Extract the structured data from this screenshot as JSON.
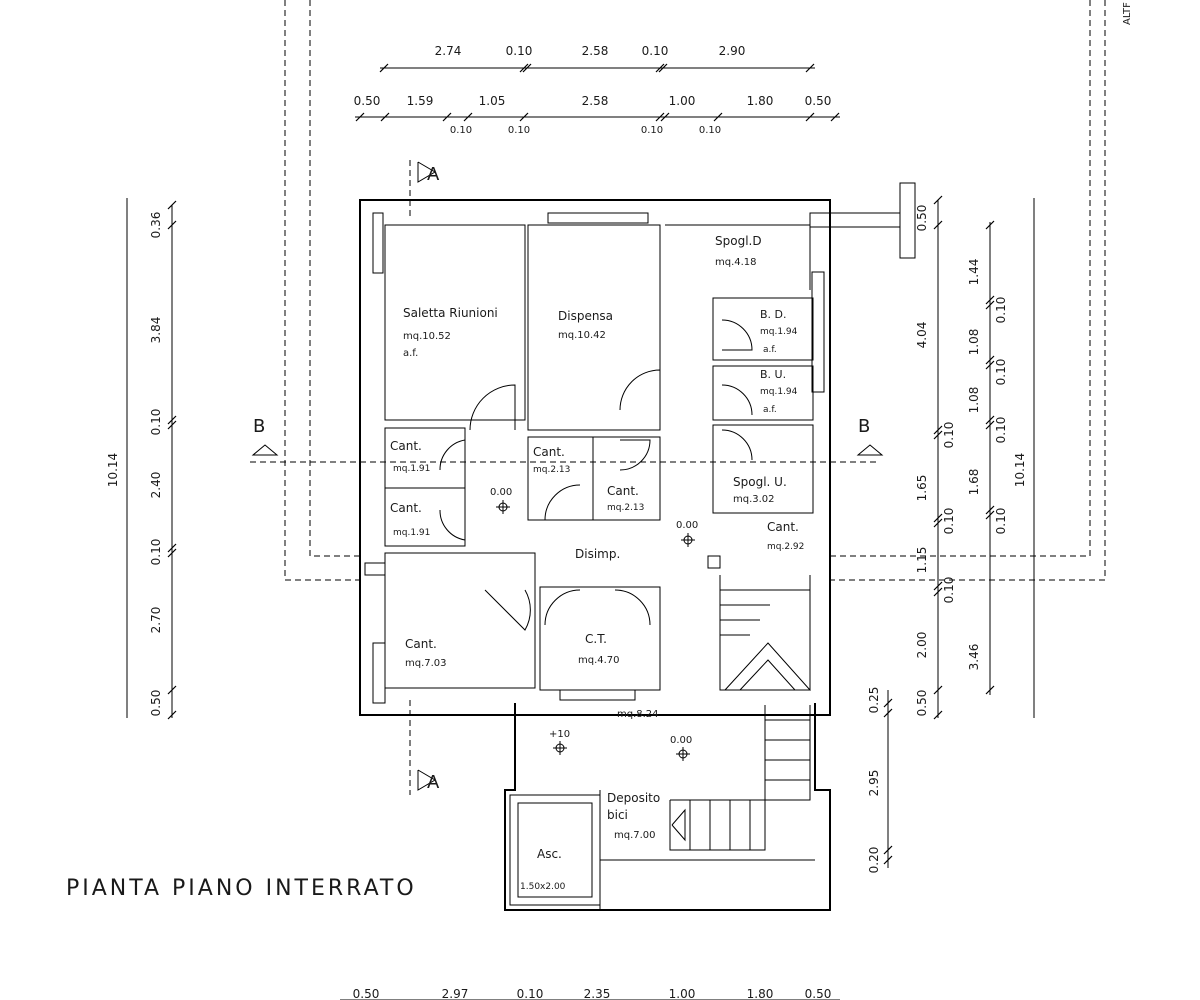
{
  "title": "PIANTA PIANO INTERRATO",
  "corner_text": "ALTF",
  "dims_top_row1": [
    "2.74",
    "0.10",
    "2.58",
    "0.10",
    "2.90"
  ],
  "dims_top_row2": [
    "0.50",
    "1.59",
    "1.05",
    "2.58",
    "1.00",
    "1.80",
    "0.50"
  ],
  "dims_top_row2_small": [
    "0.10",
    "0.10",
    "0.10",
    "0.10"
  ],
  "dims_bottom": [
    "0.50",
    "2.97",
    "0.10",
    "2.35",
    "1.00",
    "1.80",
    "0.50"
  ],
  "dims_left_total": "10.14",
  "dims_left": [
    "0.36",
    "3.84",
    "0.10",
    "2.40",
    "0.10",
    "2.70",
    "0.50"
  ],
  "dims_right_outer_total": "10.14",
  "dims_right_a": [
    "0.50",
    "4.04",
    "0.10",
    "1.65",
    "0.10",
    "1.15",
    "0.10",
    "2.00",
    "0.50"
  ],
  "dims_right_b": [
    "1.44",
    "0.10",
    "1.08",
    "0.10",
    "1.08",
    "0.10",
    "1.68",
    "0.10",
    "3.46"
  ],
  "dims_right_lower": [
    "0.25",
    "2.95",
    "0.20"
  ],
  "sections": {
    "a": "A",
    "b": "B"
  },
  "rooms": {
    "saletta": {
      "name": "Saletta Riunioni",
      "area": "mq.10.52",
      "note": "a.f."
    },
    "dispensa": {
      "name": "Dispensa",
      "area": "mq.10.42"
    },
    "spogl_d": {
      "name": "Spogl.D",
      "area": "mq.4.18"
    },
    "bd": {
      "name": "B. D.",
      "area": "mq.1.94",
      "note": "a.f."
    },
    "bu": {
      "name": "B. U.",
      "area": "mq.1.94",
      "note": "a.f."
    },
    "spogl_u": {
      "name": "Spogl. U.",
      "area": "mq.3.02"
    },
    "cant1": {
      "name": "Cant.",
      "area": "mq.1.91"
    },
    "cant2": {
      "name": "Cant.",
      "area": "mq.1.91"
    },
    "cant3": {
      "name": "Cant.",
      "area": "mq.2.13"
    },
    "cant4": {
      "name": "Cant.",
      "area": "mq.2.13"
    },
    "cant5": {
      "name": "Cant.",
      "area": "mq.2.92"
    },
    "cant6": {
      "name": "Cant.",
      "area": "mq.7.03"
    },
    "ct": {
      "name": "C.T.",
      "area": "mq.4.70"
    },
    "disimp": {
      "name": "Disimp."
    },
    "area824": {
      "area": "mq.8.24"
    },
    "deposito": {
      "name1": "Deposito",
      "name2": "bici",
      "area": "mq.7.00"
    },
    "asc": {
      "name": "Asc.",
      "size": "1.50x2.00"
    }
  },
  "levels": {
    "l1": "0.00",
    "l2": "0.00",
    "l3": "+10",
    "l4": "0.00"
  }
}
